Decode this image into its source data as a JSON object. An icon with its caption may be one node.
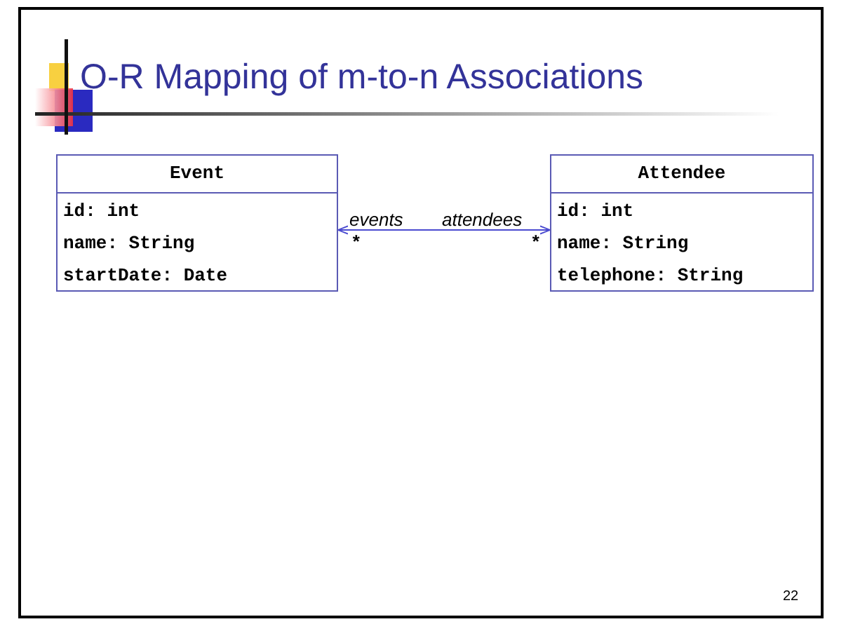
{
  "diagram": {
    "title": "O-R Mapping of m-to-n Associations",
    "nodes": [
      {
        "text": [
          "Event",
          "id: int",
          "name: String",
          "startDate: Date"
        ]
      },
      {
        "text": [
          "Attendee",
          "id: int",
          "name: String",
          "telephone: String"
        ]
      }
    ],
    "edges": [
      {
        "from": 0,
        "to": 1,
        "arrow": "both"
      }
    ],
    "labels": [
      "events",
      "attendees",
      "*",
      "*",
      "22"
    ]
  }
}
